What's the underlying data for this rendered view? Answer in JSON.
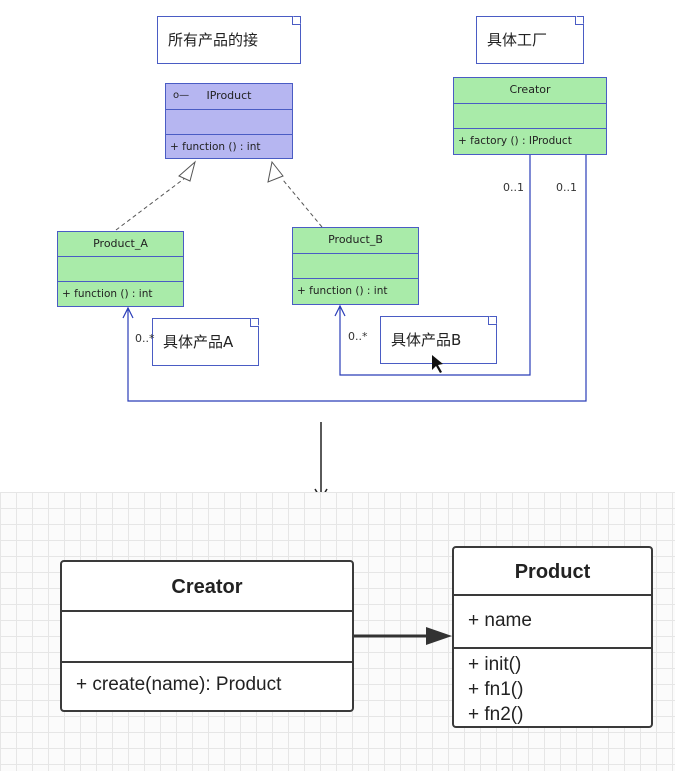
{
  "top_diagram": {
    "notes": {
      "interface_note": "所有产品的接",
      "factory_note": "具体工厂",
      "product_a_note": "具体产品A",
      "product_b_note": "具体产品B"
    },
    "iproduct": {
      "stereotype_icon": "lollipop-interface-icon",
      "name": "IProduct",
      "method": "+  function ()  : int"
    },
    "creator": {
      "name": "Creator",
      "method": "+  factory ()  : IProduct"
    },
    "product_a": {
      "name": "Product_A",
      "method": "+  function ()  : int"
    },
    "product_b": {
      "name": "Product_B",
      "method": "+  function ()  : int"
    },
    "multiplicities": {
      "creator_left": "0..1",
      "creator_right": "0..1",
      "product_a_end": "0..*",
      "product_b_end": "0..*"
    },
    "colors": {
      "class_fill": "#a9eba9",
      "interface_fill": "#b6b6f1",
      "line": "#4a5cc4"
    }
  },
  "bottom_diagram": {
    "creator": {
      "name": "Creator",
      "method": "+ create(name): Product"
    },
    "product": {
      "name": "Product",
      "attribute": "+ name",
      "methods": [
        "+ init()",
        "+ fn1()",
        "+ fn2()"
      ]
    }
  }
}
